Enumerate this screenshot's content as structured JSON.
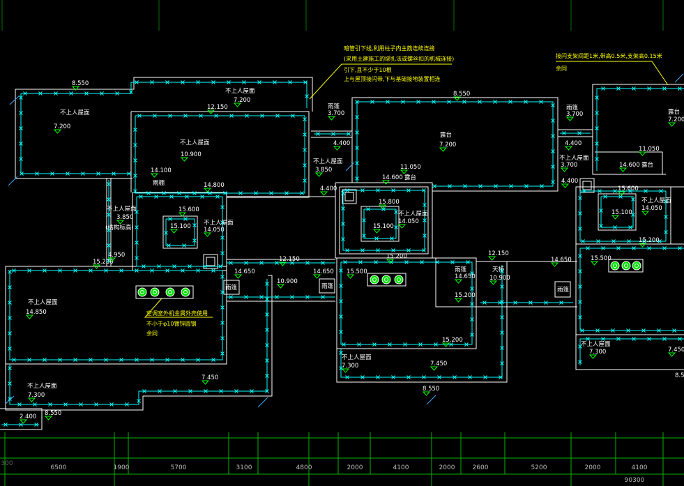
{
  "colors": {
    "background": "#000000",
    "outline": "#ffffff",
    "net": "#00ffff",
    "elevation": "#00ff00",
    "annotation": "#ffff00",
    "grid": "#00b400",
    "dim_text": "#bdbdbd"
  },
  "annotations": {
    "downlead": [
      "暗管引下线,利用柱子内主筋连续连接",
      "(采用土建施工的绑扎法或螺丝扣的机械连接)",
      "引下,且不少于10根",
      "上与屋顶接闪带,下与基础接地装置相连"
    ],
    "net_support": [
      "接闪支架间距1米,带高0.5米,支架高0.15米",
      "余同"
    ],
    "ac_unit": [
      "空调室外机金属外壳使用",
      "不小于φ10镀锌圆钢",
      "余同"
    ]
  },
  "labels": [
    "8.550",
    "不上人屋面",
    "7.200",
    "不上人屋面",
    "7.200",
    "12.150",
    "不上人屋面",
    "10.900",
    "雨篷",
    "3.700",
    "4.400",
    "不上人屋面",
    "3.850",
    "露台",
    "7.200",
    "8.550",
    "雨篷",
    "3.700",
    "露台",
    "7.200",
    "4.400",
    "11.050",
    "不上人屋面",
    "3.700",
    "14.600",
    "露台",
    "4.400",
    "14.100",
    "雨棚",
    "14.800",
    "4.400",
    "11.050",
    "14.600",
    "露台",
    "15.800",
    "15.600",
    "不上人屋面",
    "3.850",
    "(结构标高)",
    "15.100",
    "不上人屋面",
    "14.050",
    "不上人屋面",
    "14.050",
    "15.100",
    "15.600",
    "15.100",
    "不上人屋面",
    "14.050",
    "15.200",
    "4.950",
    "15.200",
    "12.150",
    "12.150",
    "15.200",
    "15.500",
    "14.650",
    "14.650",
    "15.500",
    "14.650",
    "雨篷",
    "14.650",
    "天桥",
    "10.900",
    "10.900",
    "雨篷",
    "雨篷",
    "雨篷",
    "15.200",
    "不上人屋面",
    "14.850",
    "15.200",
    "不上人屋面",
    "7.300",
    "7.450",
    "不上人屋面",
    "7.300",
    "7.450",
    "7.450",
    "8.550",
    "8.5",
    "不上人屋面",
    "7.300",
    "2.400",
    "8.550"
  ],
  "grid": {
    "dimensions": [
      "300",
      "6500",
      "1900",
      "5700",
      "3100",
      "4800",
      "2000",
      "4100",
      "2000",
      "2600",
      "5200",
      "2000",
      "4100"
    ],
    "total": "90300"
  }
}
